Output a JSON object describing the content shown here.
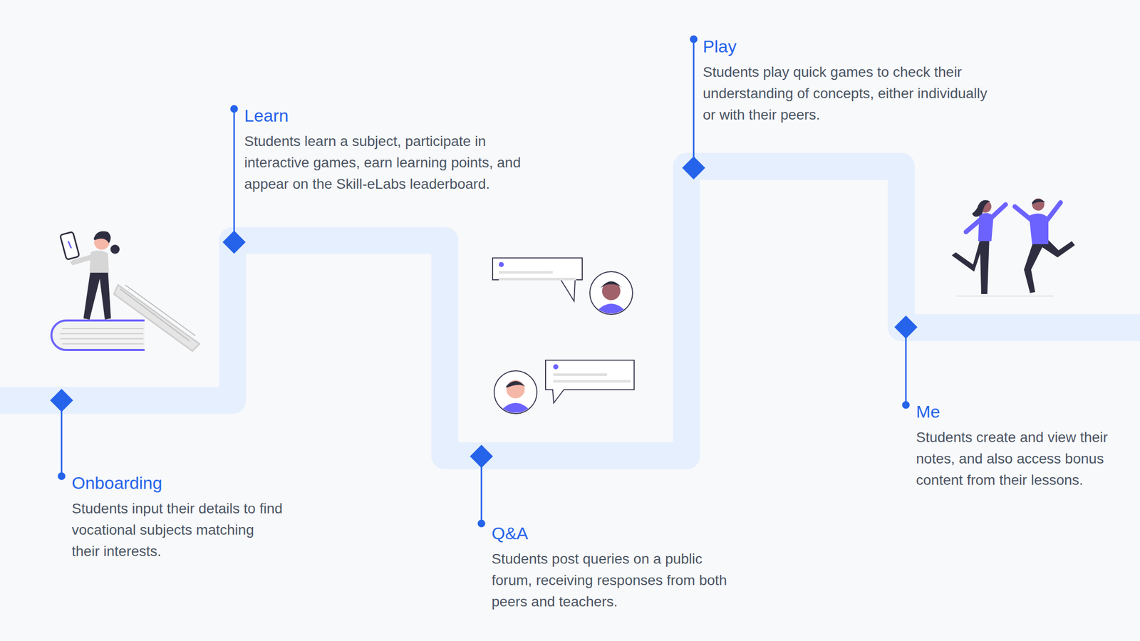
{
  "diagram": {
    "labels": [
      "Onboarding",
      "Students input their details to find vocational subjects matching their interests.",
      "Learn",
      "Students learn a subject, participate in interactive games, earn learning points, and appear on the Skill-eLabs leaderboard.",
      "Q&A",
      "Students post queries on a public forum, receiving responses from both peers and teachers.",
      "Play",
      "Students play quick games to check their understanding of concepts, either individually or with their peers.",
      "Me",
      "Students create and view their notes, and also access bonus content from their lessons."
    ]
  }
}
